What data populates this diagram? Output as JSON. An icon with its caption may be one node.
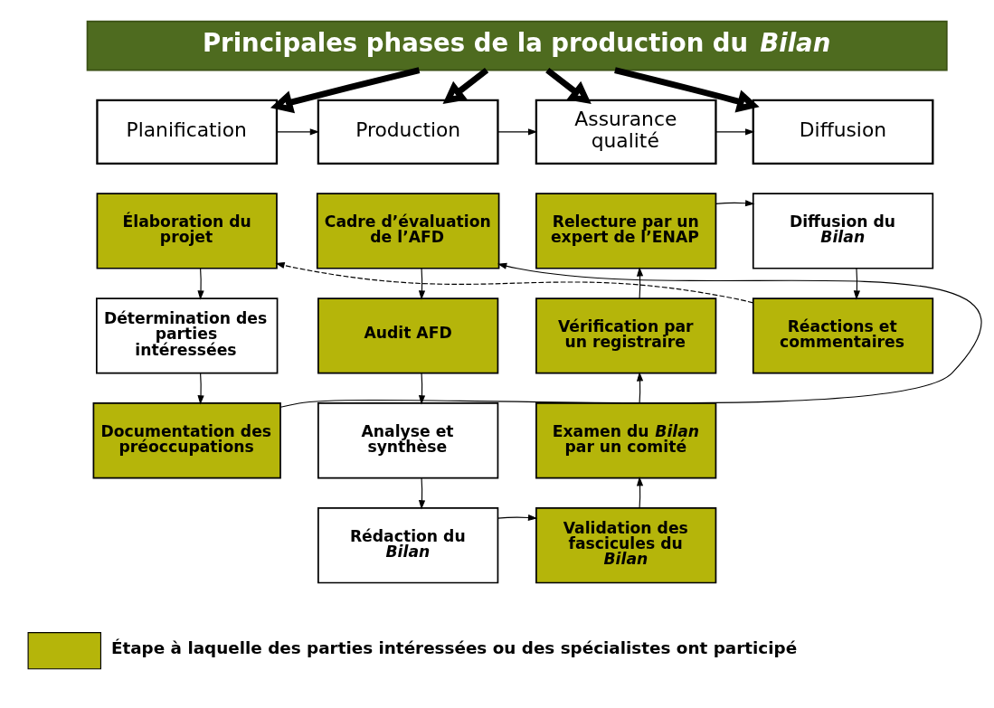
{
  "diagram": {
    "nodes": [
      {
        "text": [
          "Principales phases de la production du *Bilan*"
        ]
      },
      {
        "text": [
          "Planification"
        ]
      },
      {
        "text": [
          "Production"
        ]
      },
      {
        "text": [
          "Assurance qualité"
        ]
      },
      {
        "text": [
          "Diffusion"
        ]
      },
      {
        "text": [
          "Élaboration du projet"
        ]
      },
      {
        "text": [
          "Détermination des parties intéressées"
        ]
      },
      {
        "text": [
          "Documentation des préoccupations"
        ]
      },
      {
        "text": [
          "Cadre d’évaluation de l’AFD"
        ]
      },
      {
        "text": [
          "Audit AFD"
        ]
      },
      {
        "text": [
          "Analyse et synthèse"
        ]
      },
      {
        "text": [
          "Rédaction du *Bilan*"
        ]
      },
      {
        "text": [
          "Relecture par un expert de l’ENAP"
        ]
      },
      {
        "text": [
          "Vérification par un registraire"
        ]
      },
      {
        "text": [
          "Examen du *Bilan* par un comité"
        ]
      },
      {
        "text": [
          "Validation des fascicules du *Bilan*"
        ]
      },
      {
        "text": [
          "Diffusion du *Bilan*"
        ]
      },
      {
        "text": [
          "Réactions et commentaires"
        ]
      }
    ],
    "edges": [
      {
        "from": 0,
        "to": 1,
        "arrow": "to",
        "style": "thick"
      },
      {
        "from": 0,
        "to": 2,
        "arrow": "to",
        "style": "thick"
      },
      {
        "from": 0,
        "to": 3,
        "arrow": "to",
        "style": "thick"
      },
      {
        "from": 0,
        "to": 4,
        "arrow": "to",
        "style": "thick"
      },
      {
        "from": 1,
        "to": 2,
        "arrow": "to"
      },
      {
        "from": 2,
        "to": 3,
        "arrow": "to"
      },
      {
        "from": 3,
        "to": 4,
        "arrow": "to"
      },
      {
        "from": 5,
        "to": 6,
        "arrow": "to"
      },
      {
        "from": 6,
        "to": 7,
        "arrow": "to"
      },
      {
        "from": 7,
        "to": 8,
        "arrow": "to"
      },
      {
        "from": 8,
        "to": 9,
        "arrow": "to"
      },
      {
        "from": 9,
        "to": 10,
        "arrow": "to"
      },
      {
        "from": 10,
        "to": 11,
        "arrow": "to"
      },
      {
        "from": 11,
        "to": 15,
        "arrow": "to"
      },
      {
        "from": 15,
        "to": 14,
        "arrow": "to"
      },
      {
        "from": 14,
        "to": 13,
        "arrow": "to"
      },
      {
        "from": 13,
        "to": 12,
        "arrow": "to"
      },
      {
        "from": 12,
        "to": 16,
        "arrow": "to"
      },
      {
        "from": 16,
        "to": 17,
        "arrow": "to"
      },
      {
        "from": 17,
        "to": 5,
        "arrow": "to",
        "style": "dashed"
      }
    ],
    "legend": [
      {
        "text": "Étape à laquelle des parties intéressées ou des spécialistes ont participé",
        "color": "#b5b50a"
      }
    ]
  }
}
